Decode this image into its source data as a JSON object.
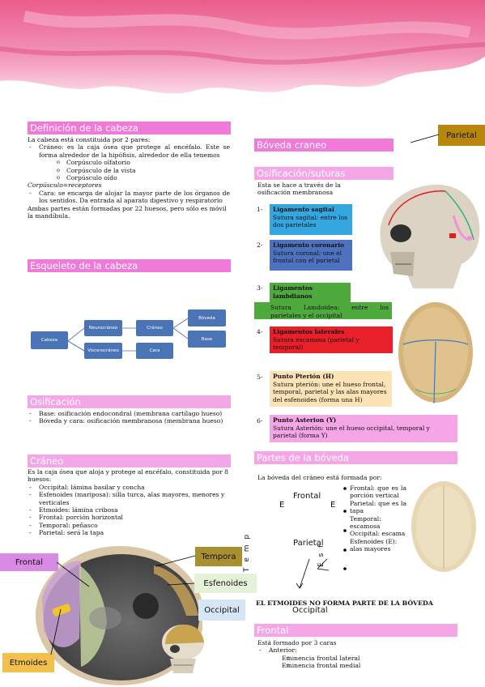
{
  "left": {
    "def": {
      "title": "Definición de la cabeza",
      "intro": "La cabeza está constituida por 2 pares:",
      "craneo": "Cráneo: es la caja ósea que protege al encéfalo. Este se forma alrededor de la hipófisis, alrededor de ella tenemos",
      "sub": [
        "Corpúsculo olfatorio",
        "Corpúsculo de la vista",
        "Corpúsculo oído"
      ],
      "italic": "Corpúsculo=receptores",
      "cara": "Cara: se encarga de alojar la mayor parte de los órganos de los sentidos. Da entrada al aparato digestivo y respiratorio",
      "outro": "Ambas partes están formadas por 22 huesos, pero sólo es móvil la mandíbula."
    },
    "esqueleto": {
      "title": "Esqueleto de la cabeza",
      "nodes": {
        "cabeza": "Cabeza",
        "neuro": "Neurocráneo",
        "visc": "Viscerocráneo",
        "craneo": "Cráneo",
        "cara": "Cara",
        "boveda": "Bóveda",
        "base": "Base"
      }
    },
    "osif": {
      "title": "Osificación",
      "items": [
        "Base: osificación endocondral (membrana  cartílago  hueso)",
        "Bóveda y cara: osificación membranosa (membrana  hueso)"
      ]
    },
    "craneo": {
      "title": "Cráneo",
      "intro": "Es la caja ósea que aloja y protege al encéfalo, constituida por 8 huesos:",
      "items": [
        "Occipital: lámina basilar y concha",
        "Esfenoides (mariposa): silla turca, alas mayores, menores y verticales",
        "Etmoides: lámina cribosa",
        "Frontal: porción horizontal",
        "Temporal: peñasco",
        "Parietal: será la tapa"
      ]
    },
    "callouts": {
      "frontal": "Frontal",
      "etmoides": "Etmoides",
      "temporal": "Tempora",
      "esfenoides": "Esfenoides",
      "occipital": "Occipital"
    }
  },
  "right": {
    "parietal_callout": "Parietal",
    "boveda_title": "Bóveda craneo",
    "osif_title": "Osificación/suturas",
    "osif_intro": "Esta se hace a través de la osificación membranosa",
    "sut1_title": "Ligamento sagital",
    "sut1_text": "Sutura sagital: entre los dos parietales",
    "sut2_title": "Ligamento coronario",
    "sut2_text": "Sutura coronal: une el frontal con el parietal",
    "sut3_title": "Ligamentos lambdianos",
    "sut3_text": "Sutura Lamdoidea: entre los parietales y el occipital",
    "sut4_title": "Ligamentos laterales",
    "sut4_text": "Sutura escamosa (parietal y temporal)",
    "sut5_title": "Punto Pterión (H)",
    "sut5_text": "Sutura pterión: une el hueso frontal, temporal, parietal y las alas mayores del esfenoides (forma una H)",
    "sut6_title": "Punto Asterion (Y)",
    "sut6_text": "Sutura Asterión: une el hueso occipital, temporal y parietal (forma Y)",
    "nums": [
      "1-",
      "2-",
      "3-",
      "4-",
      "5-",
      "6-"
    ],
    "partes_title": "Partes de la bóveda",
    "partes_intro": "La bóveda del cráneo está formada por:",
    "diagram": {
      "frontal": "Frontal",
      "parietal": "Parietal",
      "occipital": "Occipital",
      "e": "E",
      "temp": "T e m p",
      "esf": "E s f"
    },
    "partes_items": [
      "Frontal: que es la porción vertical",
      "Parietal: que es la tapa",
      "Temporal: escamosa",
      "Occipital: escama",
      "Esfenoides (E): alas mayores"
    ],
    "etmoides_note": "EL ETMOIDES NO FORMA PARTE DE LA BÓVEDA",
    "frontal_title": "Frontal",
    "frontal_intro": "Está formado por 3 caras",
    "frontal_item": "Anterior:",
    "frontal_sub": [
      "Eminencia frontal lateral",
      "Eminencia frontal medial"
    ]
  }
}
